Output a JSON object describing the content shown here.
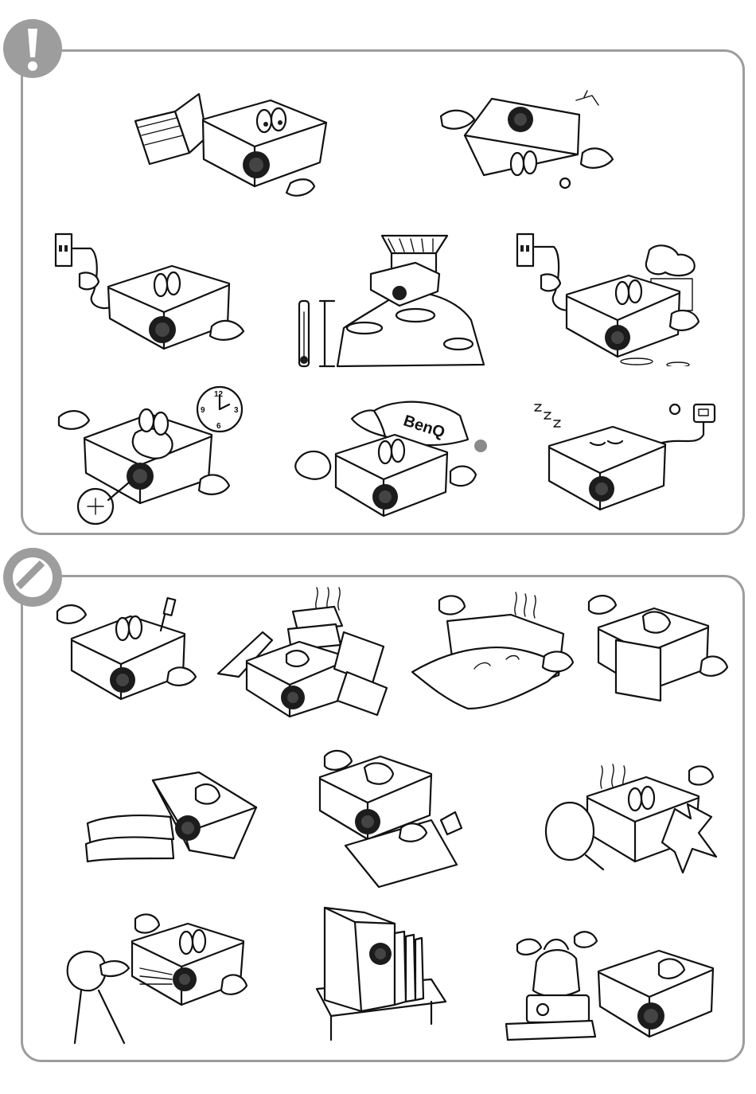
{
  "clock": {
    "n12": "12",
    "n3": "3",
    "n6": "6",
    "n9": "9"
  },
  "cap": {
    "brand": "BenQ"
  }
}
